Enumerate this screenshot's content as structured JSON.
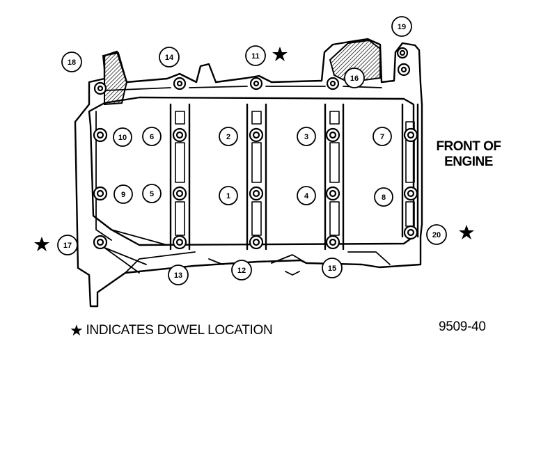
{
  "diagram": {
    "front_label": "FRONT OF ENGINE",
    "legend": {
      "star_glyph": "★",
      "text": "INDICATES DOWEL LOCATION"
    },
    "figure_number": "9509-40",
    "callouts": [
      "1",
      "2",
      "3",
      "4",
      "5",
      "6",
      "7",
      "8",
      "9",
      "10",
      "11",
      "12",
      "13",
      "14",
      "15",
      "16",
      "17",
      "18",
      "19",
      "20"
    ],
    "dowel_callouts": [
      "11",
      "17",
      "20"
    ]
  }
}
